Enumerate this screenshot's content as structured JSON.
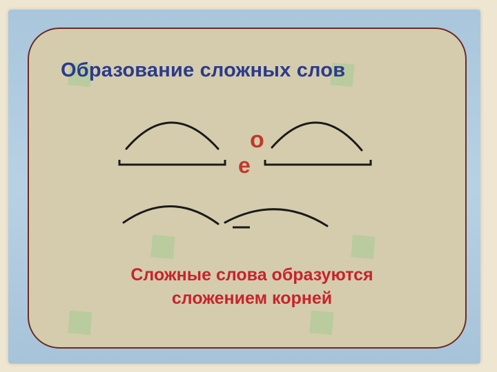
{
  "slide": {
    "title": "Образование сложных слов",
    "connector_upper": "о",
    "connector_lower": "е",
    "caption_line1": "Сложные слова образуются",
    "caption_line2": "сложением корней"
  },
  "colors": {
    "background": "#efe6d2",
    "frame": "#b7d1e4",
    "panel": "#d4ccad",
    "title": "#2c3a8c",
    "caption": "#c8232b",
    "connector": "#c0392b",
    "marks": "#1a1a1a"
  }
}
